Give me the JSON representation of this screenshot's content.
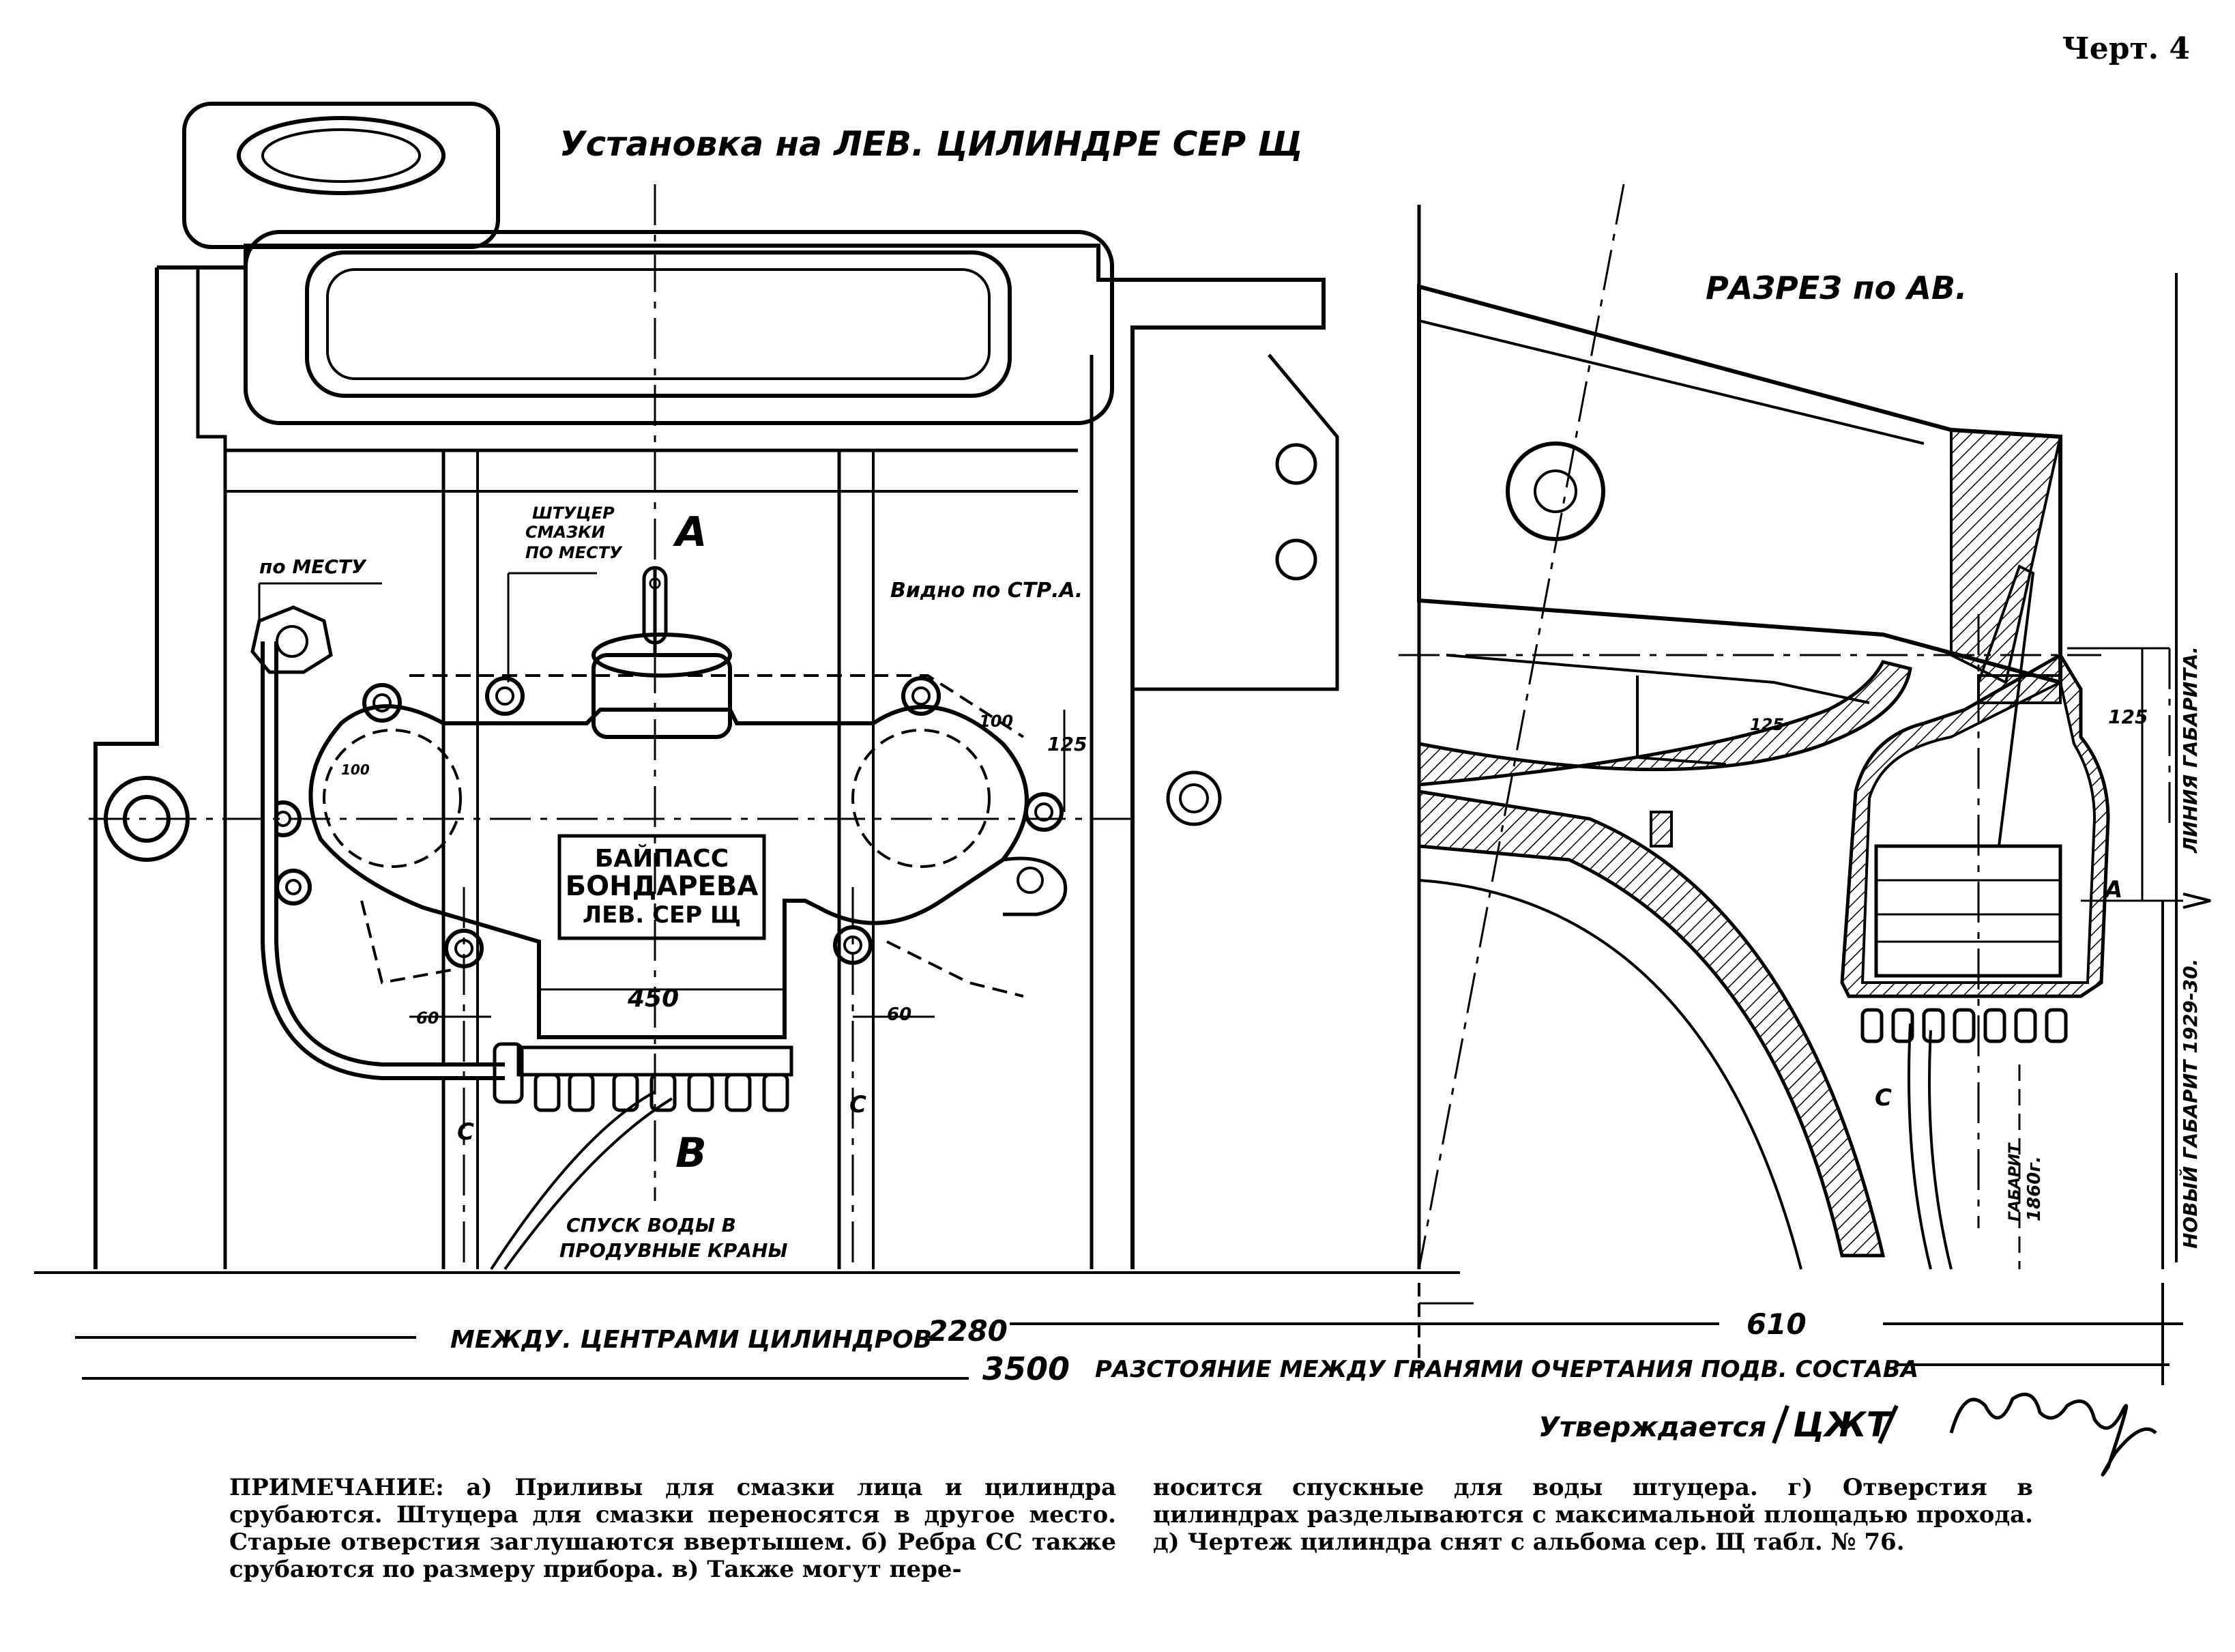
{
  "sheet_label": "Черт. 4",
  "left_view": {
    "title": "Установка на ЛЕВ. ЦИЛИНДРЕ СЕР Щ",
    "labels": {
      "po_mestu": "по МЕСТУ",
      "shtutser_line1": "ШТУЦЕР",
      "shtutser_line2": "СМАЗКИ",
      "shtutser_line3": "ПО МЕСТУ",
      "section_mark_a": "А",
      "section_mark_b": "В",
      "vidno": "Видно по СТР.А.",
      "drain_line1": "СПУСК ВОДЫ В",
      "drain_line2": "ПРОДУВНЫЕ КРАНЫ",
      "rib_left": "С",
      "rib_right": "С"
    },
    "plate": {
      "line1": "БАЙПАСС",
      "line2": "БОНДАРЕВА",
      "line3": "ЛЕВ. СЕР Щ"
    },
    "dimensions": {
      "d100_left": "100",
      "d100_right": "100",
      "d125": "125",
      "d450": "450",
      "d60_left": "60",
      "d60_right": "60"
    }
  },
  "right_view": {
    "title": "РАЗРЕЗ по АВ.",
    "labels": {
      "d125_inner": "125",
      "d125_outer": "125",
      "gabarit_line": "ЛИНИЯ ГАБАРИТА.",
      "new_gabarit": "НОВЫЙ ГАБАРИТ 1929-30.",
      "old_gabarit_line1": "ГАБАРИТ",
      "old_gabarit_line2": "1860г.",
      "arrow_a": "А",
      "rib": "С"
    }
  },
  "dimension_lines": {
    "centers_label": "МЕЖДУ. ЦЕНТРАМИ ЦИЛИНДРОВ",
    "centers_value": "2280",
    "offset_value": "610",
    "outline_value": "3500",
    "outline_label": "РАЗСТОЯНИЕ МЕЖДУ ГРАНЯМИ ОЧЕРТАНИЯ ПОДВ. СОСТАВА"
  },
  "approval": {
    "text": "Утверждается",
    "org": "ЦЖТ"
  },
  "note": {
    "left_paragraph": "ПРИМЕЧАНИЕ: а) Приливы для смазки лица и цилиндра срубаются. Штуцера для смазки переносятся в другое место. Старые отверстия заглушаются ввертышем. б) Ребра СС также срубаются по размеру прибора. в) Также могут пере-",
    "right_paragraph": "носится спускные для воды штуцера. г) Отверстия в цилиндрах разделываются с максимальной площадью прохода. д) Чертеж цилиндра снят с альбома сер. Щ табл. № 76."
  },
  "colors": {
    "ink": "#000000",
    "paper": "#ffffff"
  }
}
